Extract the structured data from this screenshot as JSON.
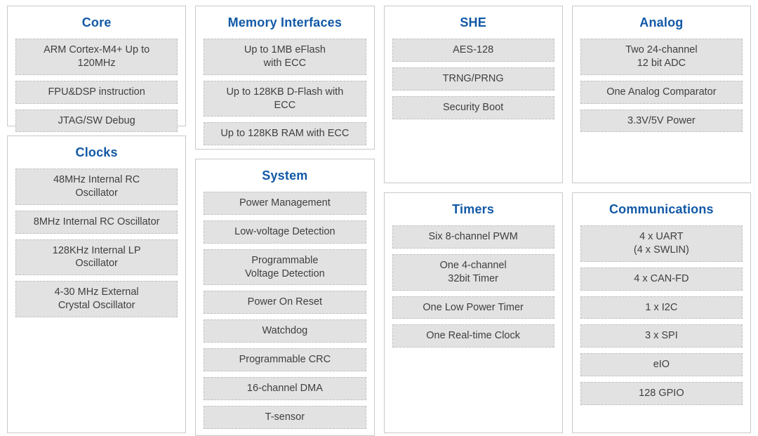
{
  "colors": {
    "title_blue": "#1159a6",
    "panel_border": "#c9c9c9",
    "item_bg": "#e2e2e2",
    "item_border": "#c2c2c2",
    "item_text": "#3f3f3f",
    "page_bg": "#ffffff"
  },
  "panels": {
    "core": {
      "title": "Core",
      "items": [
        "ARM Cortex-M4+ Up to\n120MHz",
        "FPU&DSP instruction",
        "JTAG/SW Debug"
      ]
    },
    "clocks": {
      "title": "Clocks",
      "items": [
        "48MHz Internal RC\nOscillator",
        "8MHz Internal RC Oscillator",
        "128KHz Internal LP\nOscillator",
        "4-30 MHz External\nCrystal Oscillator"
      ]
    },
    "memory": {
      "title": "Memory Interfaces",
      "items": [
        "Up to 1MB eFlash\nwith ECC",
        "Up to 128KB D-Flash with\nECC",
        "Up to 128KB RAM with ECC"
      ]
    },
    "system": {
      "title": "System",
      "items": [
        "Power Management",
        "Low-voltage Detection",
        "Programmable\nVoltage Detection",
        "Power On Reset",
        "Watchdog",
        "Programmable CRC",
        "16-channel DMA",
        "T-sensor"
      ]
    },
    "she": {
      "title": "SHE",
      "items": [
        "AES-128",
        "TRNG/PRNG",
        "Security Boot"
      ]
    },
    "timers": {
      "title": "Timers",
      "items": [
        "Six 8-channel PWM",
        "One 4-channel\n32bit Timer",
        "One Low Power Timer",
        "One Real-time Clock"
      ]
    },
    "analog": {
      "title": "Analog",
      "items": [
        "Two 24-channel\n12 bit ADC",
        "One Analog Comparator",
        "3.3V/5V Power"
      ]
    },
    "communications": {
      "title": "Communications",
      "items": [
        "4 x UART\n(4 x SWLIN)",
        "4 x CAN-FD",
        "1 x I2C",
        "3 x SPI",
        "eIO",
        "128 GPIO"
      ]
    }
  }
}
